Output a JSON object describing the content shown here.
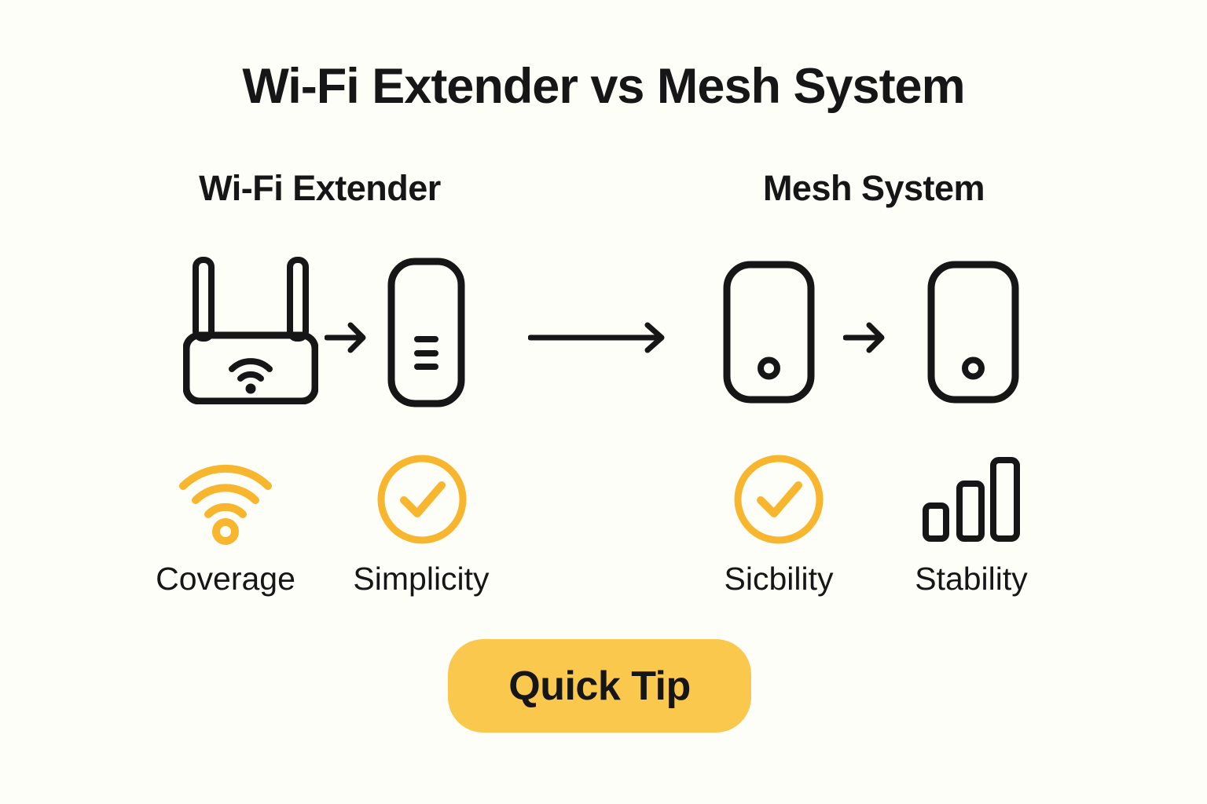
{
  "title": "Wi-Fi Extender vs Mesh System",
  "colors": {
    "background": "#FEFEF9",
    "ink": "#161616",
    "icon_yellow": "#F8B62E",
    "button_yellow": "#FBC84E",
    "button_text": "#161616"
  },
  "left_section": {
    "heading": "Wi-Fi Extender",
    "device_icons": [
      "wifi-router",
      "range-extender"
    ],
    "features": [
      {
        "icon": "wifi-signal-icon",
        "label": "Coverage"
      },
      {
        "icon": "check-circle-icon",
        "label": "Simplicity"
      }
    ]
  },
  "right_section": {
    "heading": "Mesh System",
    "device_icons": [
      "mesh-node",
      "mesh-node"
    ],
    "features": [
      {
        "icon": "check-circle-icon",
        "label": "Sicbility"
      },
      {
        "icon": "signal-bars-icon",
        "label": "Stability"
      }
    ]
  },
  "button": {
    "label": "Quick Tip"
  }
}
